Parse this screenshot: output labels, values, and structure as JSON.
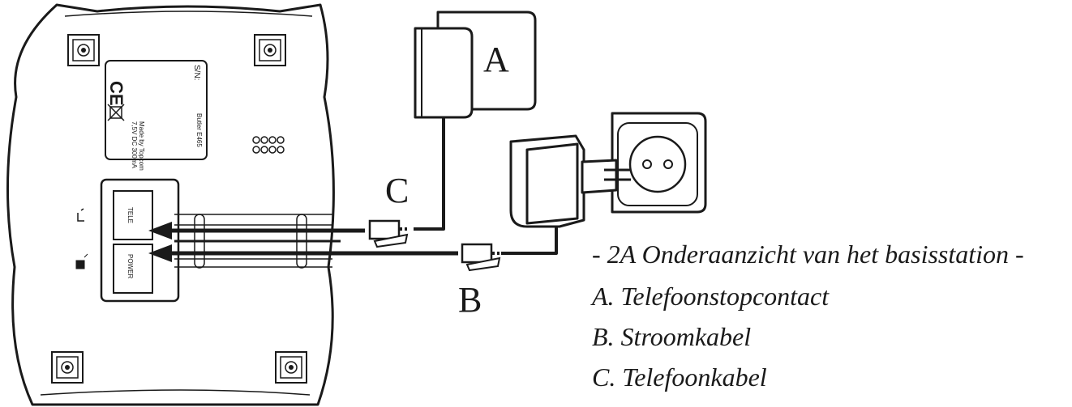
{
  "diagram": {
    "labels": {
      "a": "A",
      "b": "B",
      "c": "C"
    },
    "base": {
      "serial": "S/N:",
      "model": "Butler E465",
      "rating": "7,5V DC 300mA",
      "made_by": "Made by Topcom",
      "port_tele": "TELE",
      "port_power": "POWER",
      "ce_mark": "CE"
    }
  },
  "captions": {
    "title": "- 2A Onderaanzicht van het basisstation -",
    "item_a": "A. Telefoonstopcontact",
    "item_b": "B. Stroomkabel",
    "item_c": "C. Telefoonkabel"
  }
}
